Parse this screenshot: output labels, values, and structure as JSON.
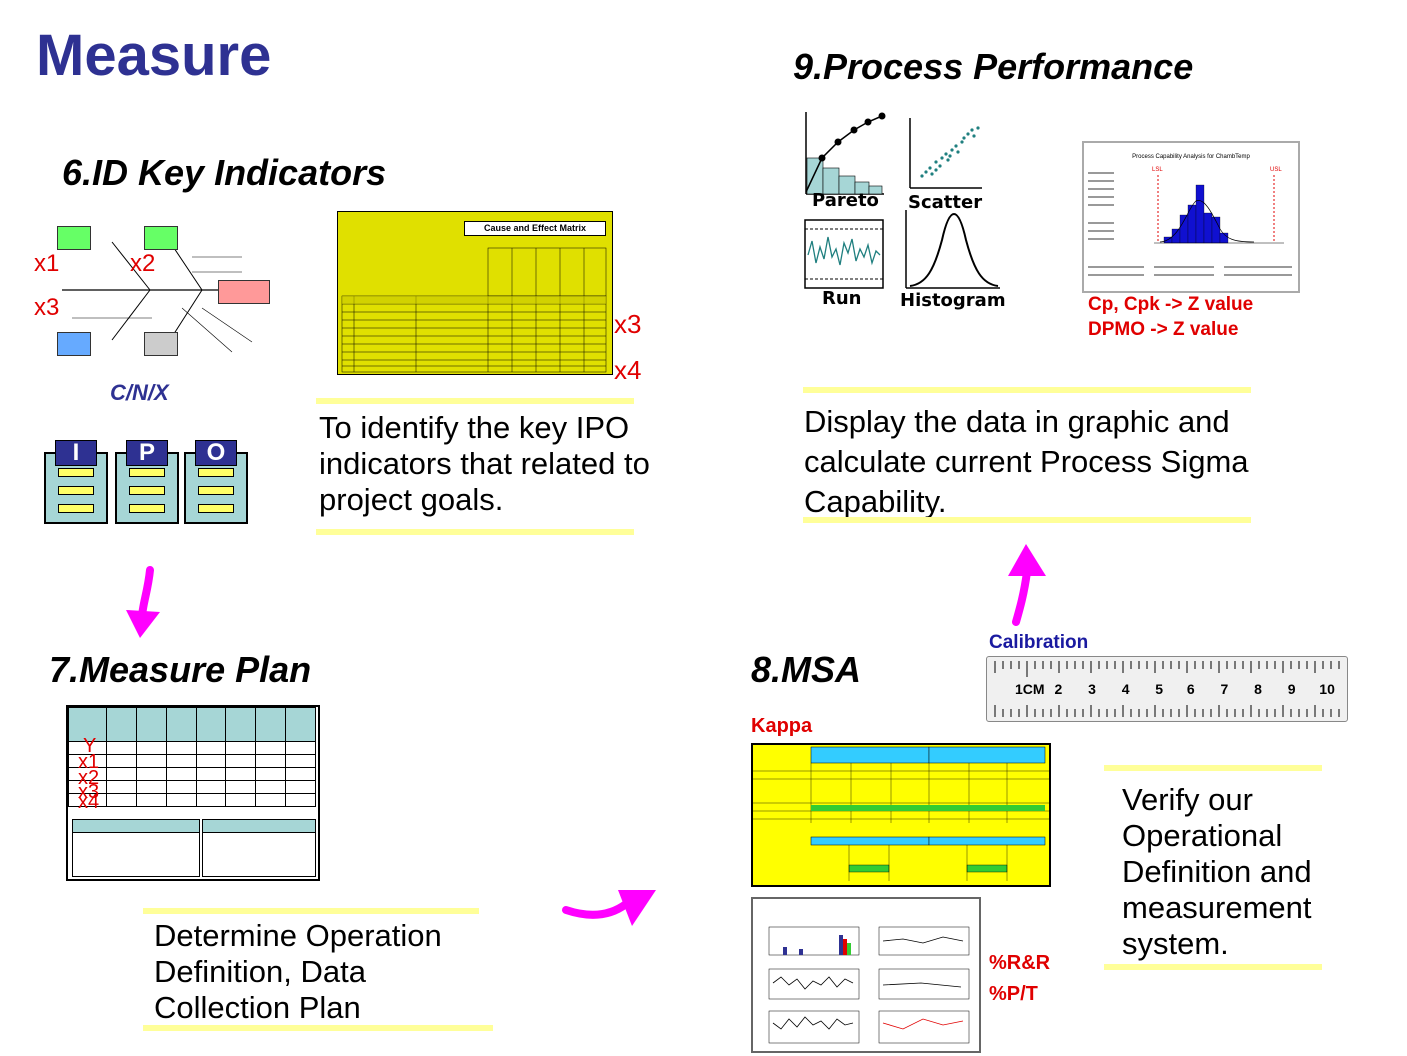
{
  "page": {
    "title": "Measure"
  },
  "step6": {
    "heading": "6.ID Key Indicators",
    "cnx": "C/N/X",
    "fish_labels": {
      "x1": "x1",
      "x2": "x2",
      "x3": "x3"
    },
    "matrix_labels": {
      "x3": "x3",
      "x4": "x4"
    },
    "matrix_title": "Cause and Effect Matrix",
    "ipo": [
      "I",
      "P",
      "O"
    ],
    "description": "To identify the key IPO indicators that related to project goals."
  },
  "step7": {
    "heading": "7.Measure Plan",
    "row_labels": [
      "Y",
      "x1",
      "x2",
      "x3",
      "x4"
    ],
    "description": "Determine Operation Definition, Data Collection Plan"
  },
  "step8": {
    "heading": "8.MSA",
    "kappa": "Kappa",
    "calibration": "Calibration",
    "ruler_numbers": [
      "1CM",
      "2",
      "3",
      "4",
      "5",
      "6",
      "7",
      "8",
      "9",
      "10"
    ],
    "rr": "%R&R",
    "pt": "%P/T",
    "description": "Verify our Operational Definition and measurement system."
  },
  "step9": {
    "heading": "9.Process Performance",
    "charts": {
      "pareto": "Pareto",
      "scatter": "Scatter",
      "run": "Run",
      "histogram": "Histogram"
    },
    "capability_title": "Process Capability Analysis for ChambTemp",
    "lsl": "LSL",
    "usl": "USL",
    "cp_note": "Cp, Cpk -> Z value",
    "dpmo_note": "DPMO -> Z value",
    "description": "Display the data in graphic and calculate current Process Sigma Capability."
  },
  "colors": {
    "accent": "#2e3192",
    "highlight": "#ffff99",
    "arrow": "#ff00ff",
    "red": "#e00000"
  }
}
